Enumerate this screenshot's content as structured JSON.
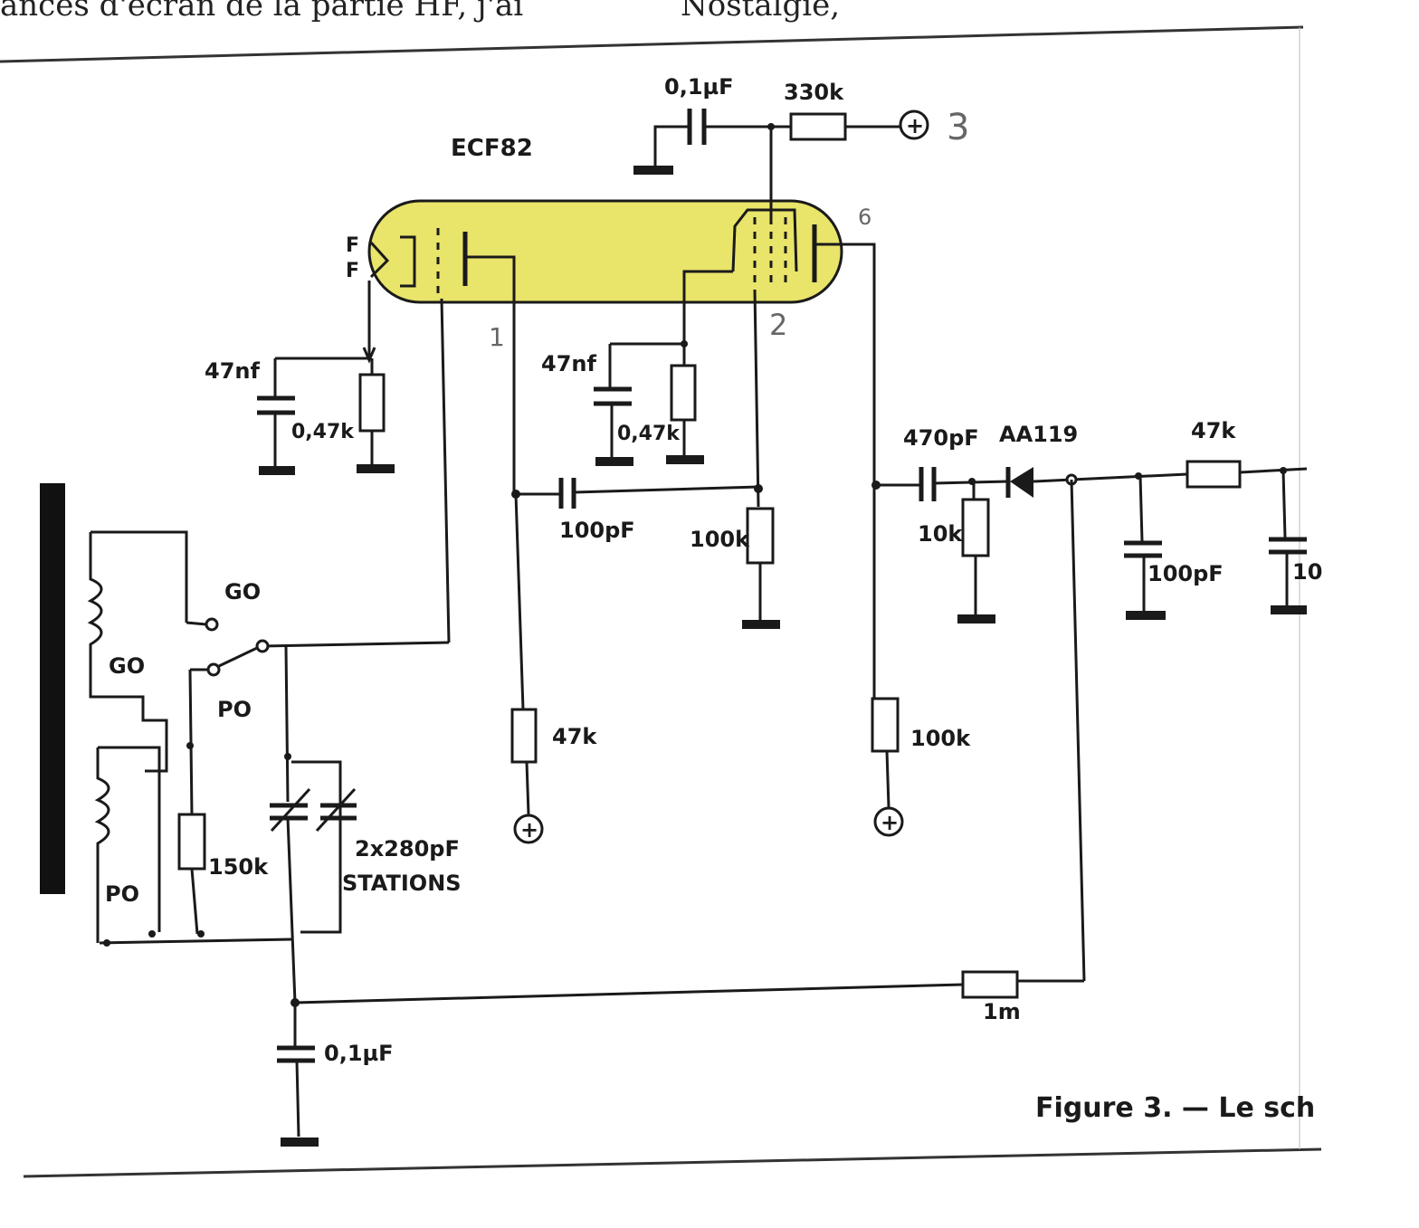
{
  "header_text": {
    "left": "ances d'écran de la partie HF, j'ai",
    "right": "Nostalgie,"
  },
  "tube_label": "ECF82",
  "tube_color": "#e9e46a",
  "label_color_red": "#e02020",
  "pin_marks": [
    "1",
    "2",
    "3",
    "6"
  ],
  "tube_pins": [
    "F",
    "F"
  ],
  "components": {
    "c_top": "0,1µF",
    "r_top": "330k",
    "c_cathode1": "47nf",
    "r_cathode1": "0,47k",
    "c_cathode2": "47nf",
    "r_cathode2": "0,47k",
    "c_coupling": "100pF",
    "r_grid2": "100k",
    "r_plate1": "47k",
    "r_plate2": "100k",
    "c_out": "470pF",
    "diode": "AA119",
    "r_load": "10k",
    "r_filter": "47k",
    "c_filter1": "100pF",
    "c_filter2": "10",
    "r_feedback": "1m",
    "c_bottom": "0,1µF",
    "r_bias": "150k",
    "var_cap": "2x280pF",
    "var_cap_name": "STATIONS"
  },
  "switch_labels": {
    "go_contact": "GO",
    "po_contact": "PO",
    "coil_go": "GO",
    "coil_po": "PO"
  },
  "caption": "Figure 3. — Le sch"
}
